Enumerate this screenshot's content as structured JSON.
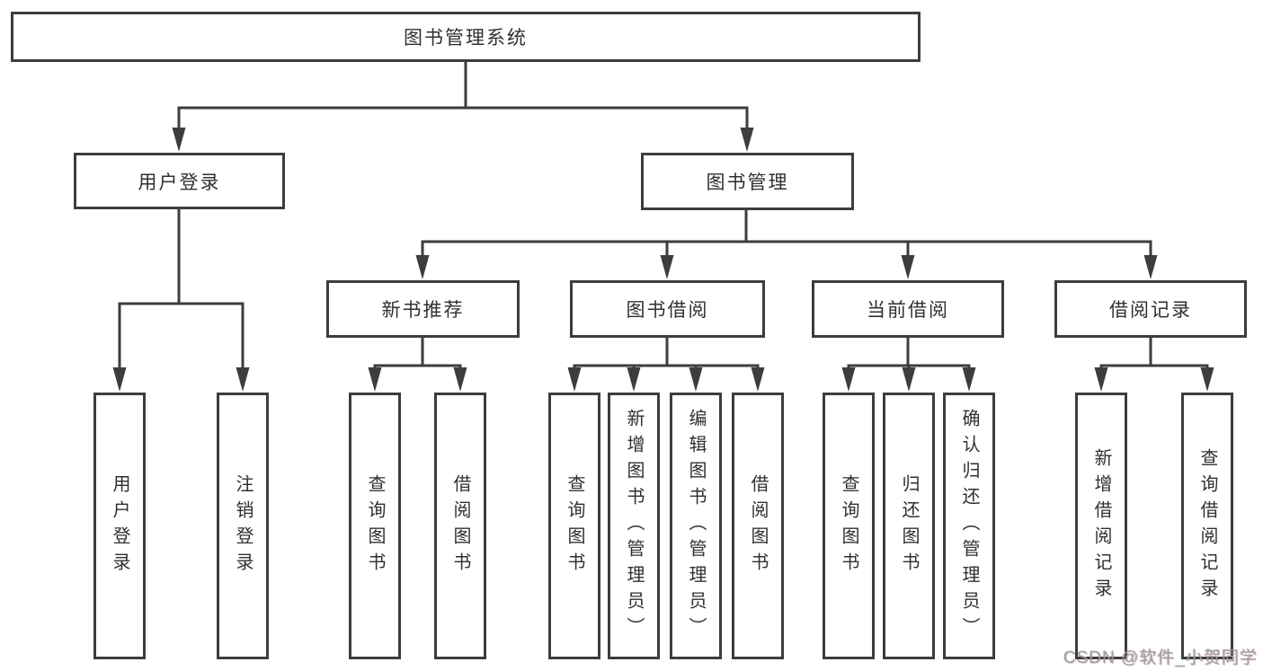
{
  "diagram": {
    "title": "图书管理系统",
    "level2": [
      "用户登录",
      "图书管理"
    ],
    "level3": [
      "新书推荐",
      "图书借阅",
      "当前借阅",
      "借阅记录"
    ],
    "leaves": {
      "user_login": [
        "用户登录",
        "注销登录"
      ],
      "new_book_recommend": [
        "查询图书",
        "借阅图书"
      ],
      "book_borrow": [
        "查询图书",
        "新增图书（管理员）",
        "编辑图书（管理员）",
        "借阅图书"
      ],
      "current_borrow": [
        "查询图书",
        "归还图书",
        "确认归还（管理员）"
      ],
      "borrow_records": [
        "新增借阅记录",
        "查询借阅记录"
      ]
    }
  },
  "watermark": "CSDN @软件_小贺同学",
  "colors": {
    "line": "#3d3d3d",
    "text": "#303030",
    "background": "#ffffff",
    "watermark": "#9e9e9e"
  }
}
